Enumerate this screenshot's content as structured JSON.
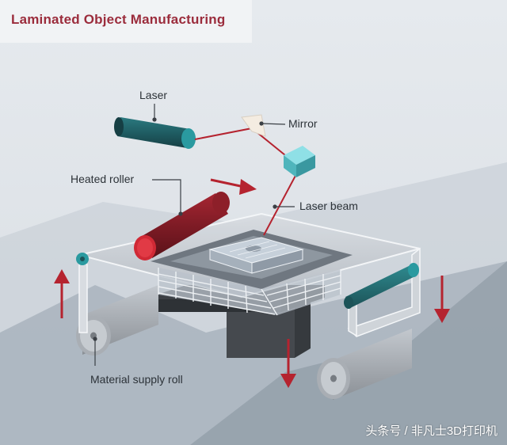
{
  "title": "Laminated Object Manufacturing",
  "labels": {
    "laser": "Laser",
    "mirror": "Mirror",
    "heated_roller": "Heated roller",
    "laser_beam": "Laser beam",
    "material_supply_roll": "Material supply roll"
  },
  "watermark": "头条号 / 非凡士3D打印机",
  "colors": {
    "title": "#9b2c3c",
    "arrow": "#b5232f",
    "laser_body": "#1f5d63",
    "laser_cap": "#2a9aa0",
    "heated_roller": "#7e1b25",
    "heated_roller_cap": "#d02935",
    "mirror_cube": "#5ec5cc",
    "platform": "#4a4e53"
  }
}
